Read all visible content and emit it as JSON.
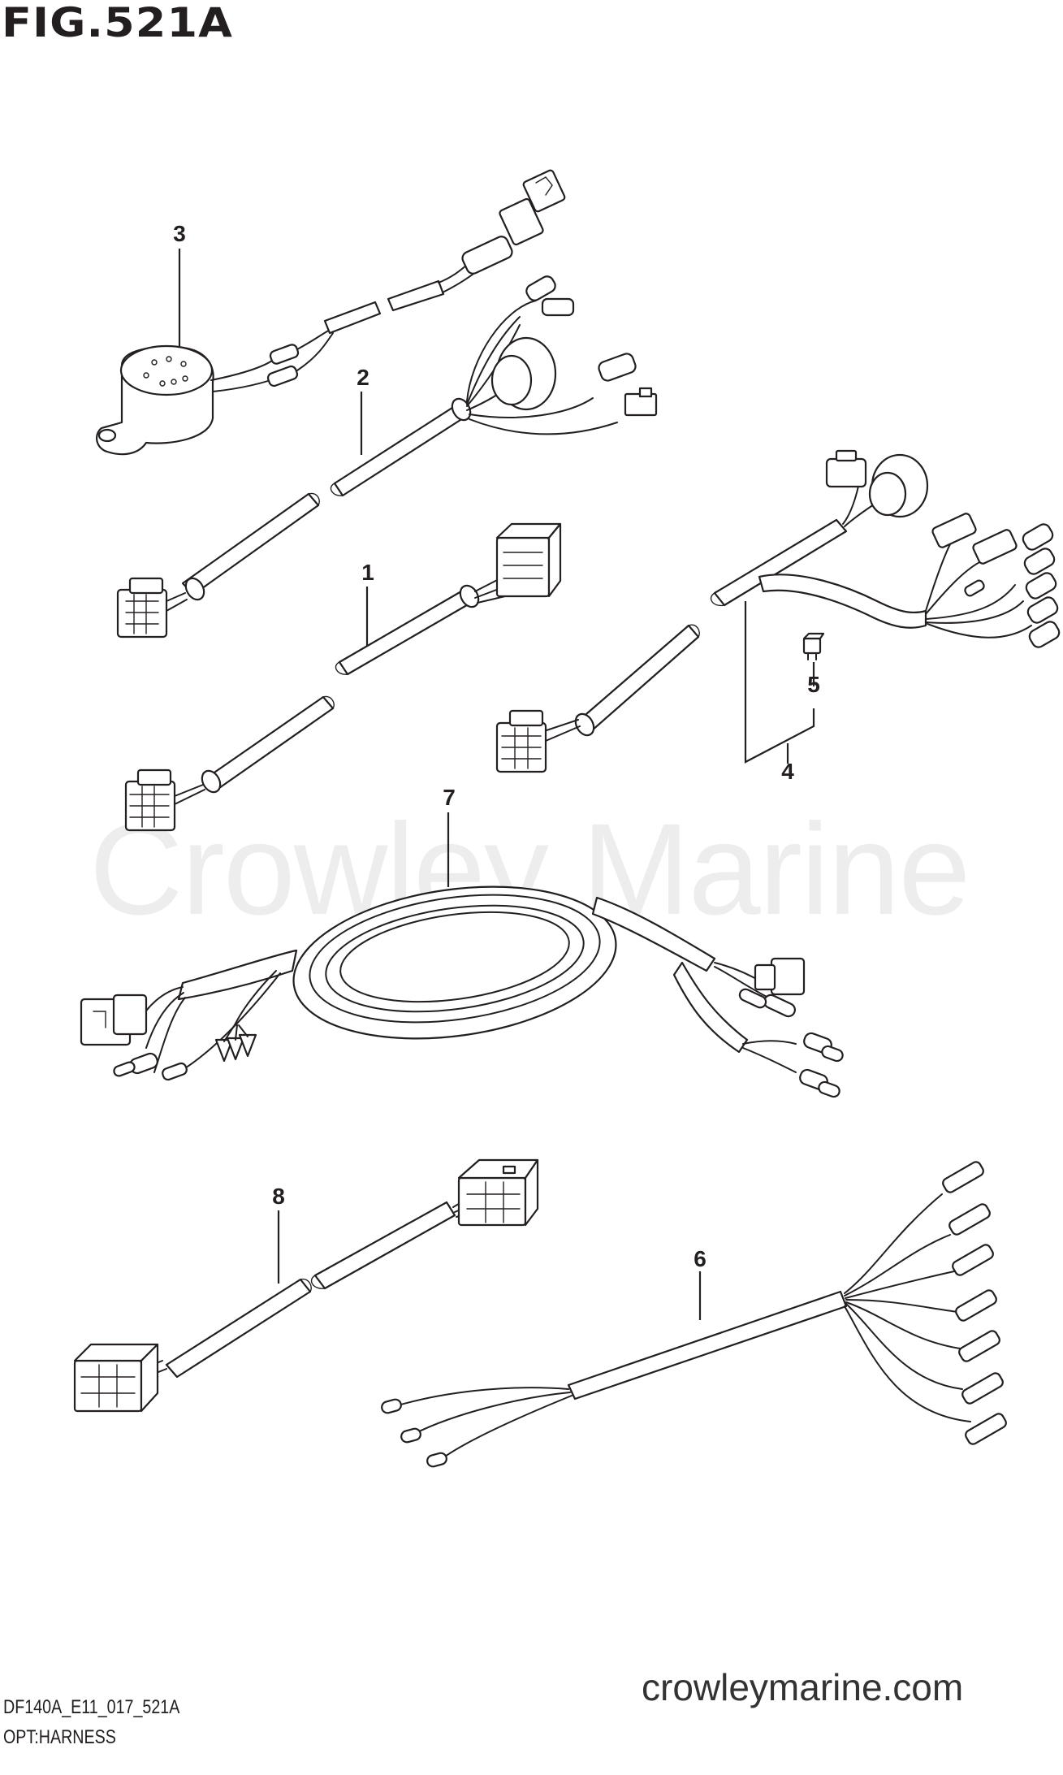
{
  "header": {
    "figure_title": "FIG.521A"
  },
  "watermark": {
    "text": "Crowley Marine"
  },
  "callouts": [
    {
      "number": "3",
      "part": "buzzer-harness"
    },
    {
      "number": "2",
      "part": "harness-2"
    },
    {
      "number": "1",
      "part": "extension-harness-1"
    },
    {
      "number": "5",
      "part": "fuse"
    },
    {
      "number": "4",
      "part": "harness-4"
    },
    {
      "number": "7",
      "part": "loop-harness-7"
    },
    {
      "number": "8",
      "part": "extension-harness-8"
    },
    {
      "number": "6",
      "part": "pigtail-harness-6"
    }
  ],
  "footer": {
    "drawing_code": "DF140A_E11_017_521A",
    "section_name": "OPT:HARNESS",
    "website": "crowleymarine.com"
  },
  "colors": {
    "line": "#231f20",
    "watermark": "#ededed",
    "background": "#ffffff",
    "site_text": "#333333"
  }
}
